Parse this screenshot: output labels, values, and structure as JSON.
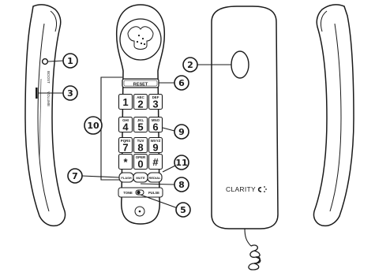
{
  "side_labels": {
    "boost": "BOOST",
    "volume": "VOLUME"
  },
  "keypad": {
    "reset": "RESET",
    "keys": [
      {
        "digit": "1",
        "letters": ""
      },
      {
        "digit": "2",
        "letters": "ABC"
      },
      {
        "digit": "3",
        "letters": "DEF"
      },
      {
        "digit": "4",
        "letters": "GHI"
      },
      {
        "digit": "5",
        "letters": "JKL"
      },
      {
        "digit": "6",
        "letters": "MNO"
      },
      {
        "digit": "7",
        "letters": "PQRS"
      },
      {
        "digit": "8",
        "letters": "TUV"
      },
      {
        "digit": "9",
        "letters": "WXYZ"
      },
      {
        "digit": "*",
        "letters": ""
      },
      {
        "digit": "0",
        "letters": "OPER"
      },
      {
        "digit": "#",
        "letters": ""
      }
    ],
    "flash": "FLASH",
    "mute": "MUTE",
    "redial": "REDIAL",
    "tone": "TONE",
    "pulse": "PULSE"
  },
  "brand": "CLARITY",
  "callouts": [
    "1",
    "2",
    "3",
    "5",
    "6",
    "7",
    "8",
    "9",
    "10",
    "11"
  ]
}
